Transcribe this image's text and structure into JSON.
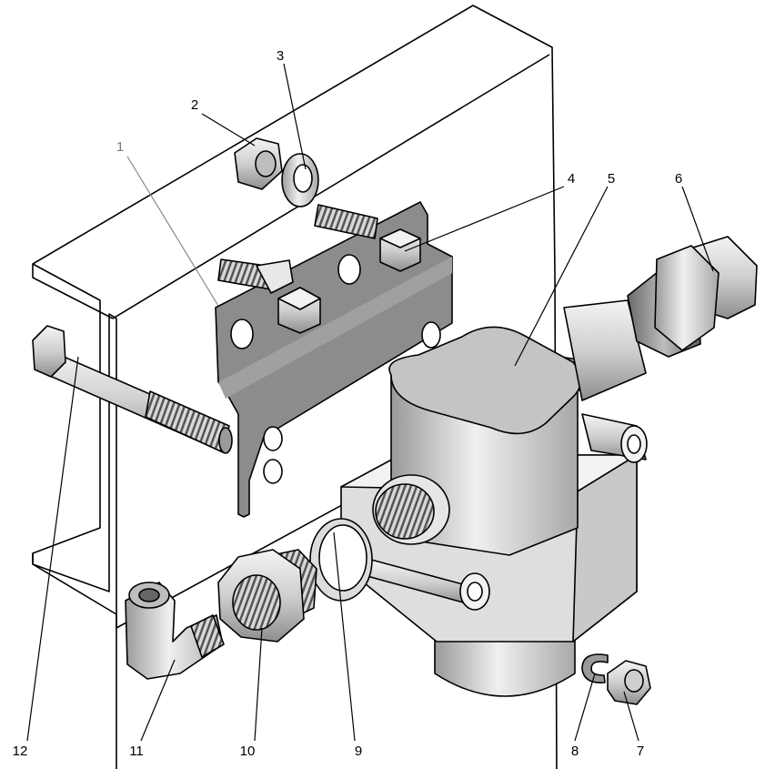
{
  "callouts": {
    "c1": "1",
    "c2": "2",
    "c3": "3",
    "c4": "4",
    "c5": "5",
    "c6": "6",
    "c7": "7",
    "c8": "8",
    "c9": "9",
    "c10": "10",
    "c11": "11",
    "c12": "12"
  },
  "colors": {
    "outline": "#000000",
    "bracket": "#8c8c8c",
    "metal_light": "#e6e6e6",
    "metal_mid": "#c8c8c8",
    "metal_dark": "#9a9a9a",
    "frame": "#ffffff"
  }
}
